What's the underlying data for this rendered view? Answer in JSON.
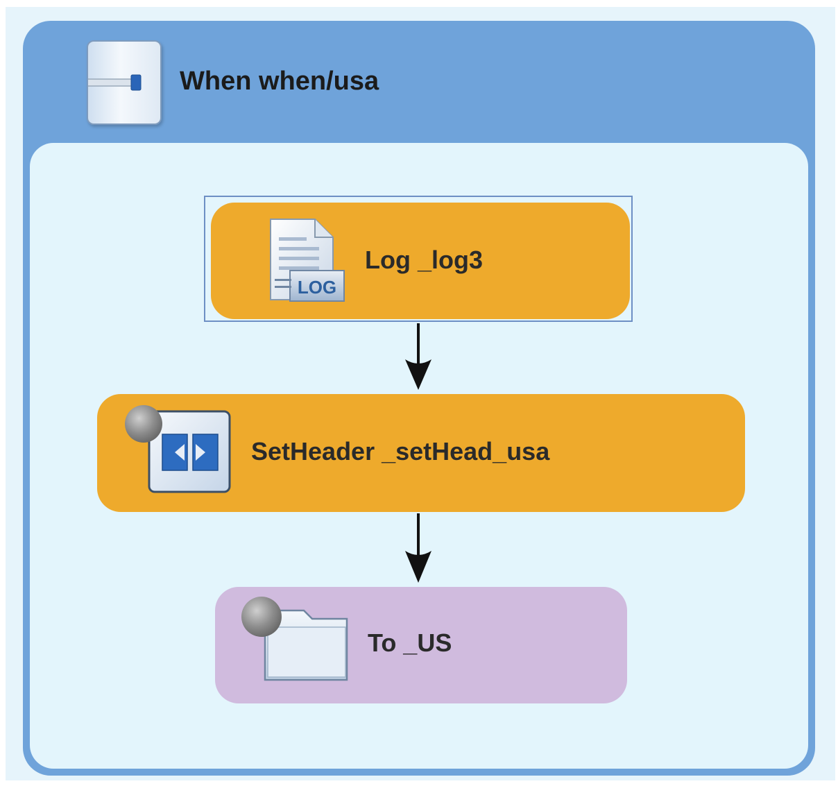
{
  "when": {
    "title": "When when/usa",
    "icon": "when-route-icon"
  },
  "nodes": [
    {
      "id": "log",
      "label": "Log _log3",
      "icon": "log-document-icon",
      "icon_text": "LOG",
      "color": "#eeaa2c",
      "selected": true
    },
    {
      "id": "setheader",
      "label": "SetHeader _setHead_usa",
      "icon": "set-header-icon",
      "color": "#eeaa2c"
    },
    {
      "id": "to",
      "label": "To _US",
      "icon": "folder-icon",
      "color": "#d0bbde"
    }
  ],
  "connections": [
    {
      "from": "log",
      "to": "setheader"
    },
    {
      "from": "setheader",
      "to": "to"
    }
  ],
  "colors": {
    "container_header": "#6fa3da",
    "container_body": "#e3f5fc",
    "processor": "#eeaa2c",
    "endpoint": "#d0bbde",
    "selection_border": "#6d8fc4"
  }
}
